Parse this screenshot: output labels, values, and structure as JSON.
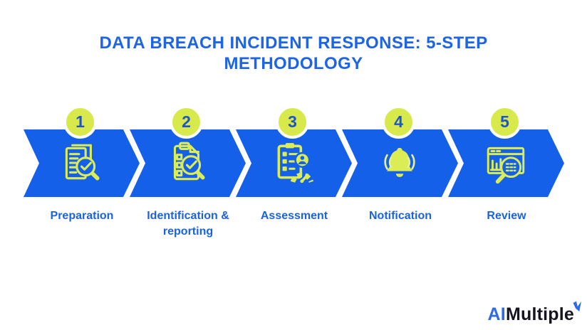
{
  "title": {
    "line1": "DATA BREACH INCIDENT RESPONSE: 5-STEP",
    "line2": "METHODOLOGY"
  },
  "steps": [
    {
      "number": "1",
      "label": "Preparation",
      "icon": "document-check-search-icon"
    },
    {
      "number": "2",
      "label": "Identification & reporting",
      "icon": "clipboard-check-search-icon"
    },
    {
      "number": "3",
      "label": "Assessment",
      "icon": "clipboard-person-gauge-icon"
    },
    {
      "number": "4",
      "label": "Notification",
      "icon": "bell-icon"
    },
    {
      "number": "5",
      "label": "Review",
      "icon": "analytics-search-icon"
    }
  ],
  "logo": {
    "part1": "AI",
    "part2": "Multiple"
  },
  "colors": {
    "arrow_blue": "#1560e8",
    "badge_lime": "#d8e94c",
    "icon_lime": "#dcec55",
    "title_blue": "#1d64e6",
    "label_blue": "#1b63de",
    "number_blue": "#1e56c9",
    "logo_blue": "#2e6beb",
    "logo_dark": "#15141f"
  }
}
